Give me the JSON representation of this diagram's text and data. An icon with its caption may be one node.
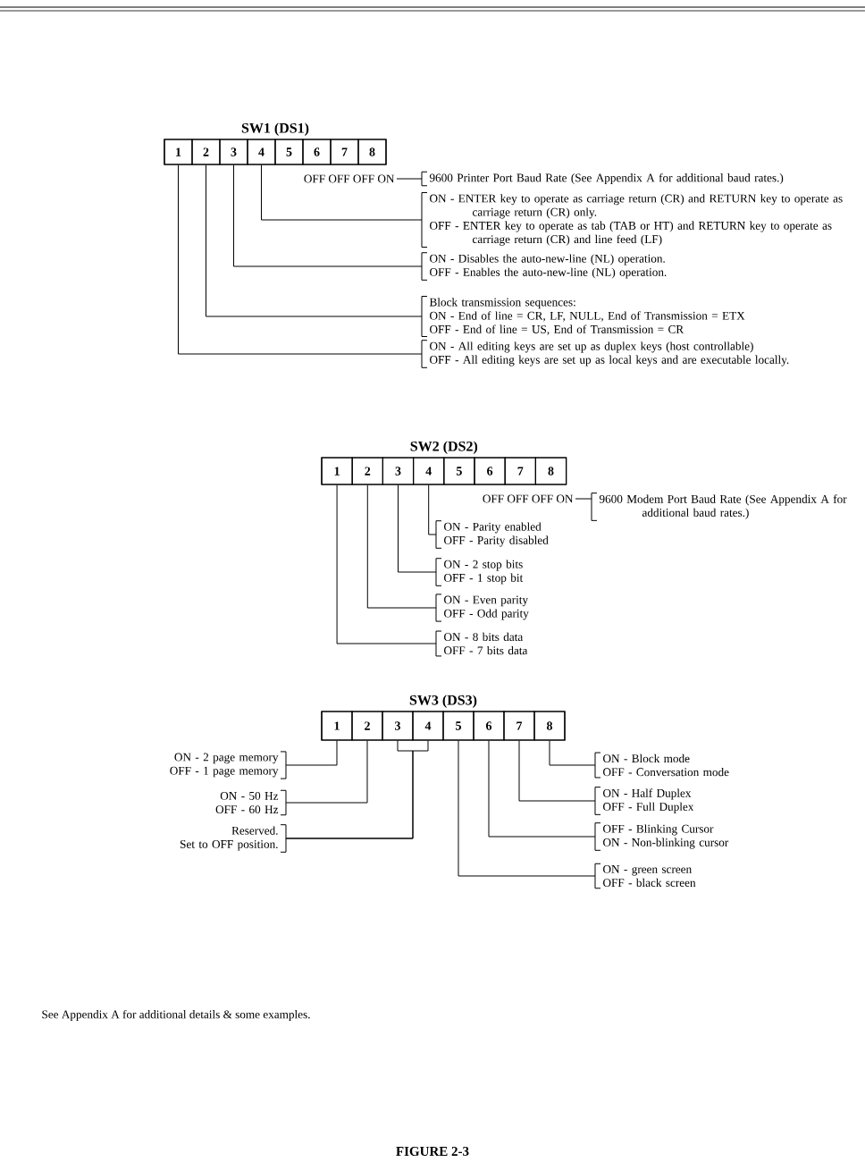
{
  "diagram": {
    "caption": "FIGURE 2-3",
    "nodes": [
      {
        "text": [
          "SW1 (DS1)"
        ]
      },
      {
        "text": [
          "1"
        ],
        "in": 0
      },
      {
        "text": [
          "2"
        ],
        "in": 0
      },
      {
        "text": [
          "3"
        ],
        "in": 0
      },
      {
        "text": [
          "4"
        ],
        "in": 0
      },
      {
        "text": [
          "5"
        ],
        "in": 0
      },
      {
        "text": [
          "6"
        ],
        "in": 0
      },
      {
        "text": [
          "7"
        ],
        "in": 0
      },
      {
        "text": [
          "8"
        ],
        "in": 0
      },
      {
        "text": [
          "OFF OFF OFF ON"
        ]
      },
      {
        "text": [
          "9600 Printer Port Baud Rate (See Appendix A for additional baud rates.)"
        ]
      },
      {
        "text": [
          "ON - ENTER key to operate as carriage return (CR) and RETURN key to operate as carriage return (CR) only.",
          "OFF - ENTER key to operate as tab (TAB or HT) and RETURN key to operate as carriage return (CR) and line feed (LF)"
        ]
      },
      {
        "text": [
          "ON - Disables the auto-new-line (NL) operation.",
          "OFF - Enables the auto-new-line (NL) operation."
        ]
      },
      {
        "text": [
          "Block transmission sequences:",
          "ON - End of line = CR, LF, NULL, End of Transmission = ETX",
          "OFF - End of line = US, End of Transmission = CR"
        ]
      },
      {
        "text": [
          "ON - All editing keys are set up as duplex keys (host controllable)",
          "OFF - All editing keys are set up as local keys and are executable locally."
        ]
      },
      {
        "text": [
          "SW2 (DS2)"
        ]
      },
      {
        "text": [
          "1"
        ],
        "in": 15
      },
      {
        "text": [
          "2"
        ],
        "in": 15
      },
      {
        "text": [
          "3"
        ],
        "in": 15
      },
      {
        "text": [
          "4"
        ],
        "in": 15
      },
      {
        "text": [
          "5"
        ],
        "in": 15
      },
      {
        "text": [
          "6"
        ],
        "in": 15
      },
      {
        "text": [
          "7"
        ],
        "in": 15
      },
      {
        "text": [
          "8"
        ],
        "in": 15
      },
      {
        "text": [
          "OFF OFF OFF ON"
        ]
      },
      {
        "text": [
          "9600 Modem Port Baud Rate (See Appendix A for additional baud rates.)"
        ]
      },
      {
        "text": [
          "ON - Parity enabled",
          "OFF - Parity disabled"
        ]
      },
      {
        "text": [
          "ON - 2 stop bits",
          "OFF - 1 stop bit"
        ]
      },
      {
        "text": [
          "ON - Even parity",
          "OFF - Odd parity"
        ]
      },
      {
        "text": [
          "ON - 8 bits data",
          "OFF - 7 bits data"
        ]
      },
      {
        "text": [
          "SW3 (DS3)"
        ]
      },
      {
        "text": [
          "1"
        ],
        "in": 30
      },
      {
        "text": [
          "2"
        ],
        "in": 30
      },
      {
        "text": [
          "3"
        ],
        "in": 30
      },
      {
        "text": [
          "4"
        ],
        "in": 30
      },
      {
        "text": [
          "5"
        ],
        "in": 30
      },
      {
        "text": [
          "6"
        ],
        "in": 30
      },
      {
        "text": [
          "7"
        ],
        "in": 30
      },
      {
        "text": [
          "8"
        ],
        "in": 30
      },
      {
        "text": [
          "ON - 2 page memory",
          "OFF - 1 page memory"
        ]
      },
      {
        "text": [
          "ON - 50 Hz",
          "OFF - 60 Hz"
        ]
      },
      {
        "text": [
          "Reserved.",
          "Set to OFF position."
        ]
      },
      {
        "text": [
          "ON - Block mode",
          "OFF - Conversation mode"
        ]
      },
      {
        "text": [
          "ON - Half Duplex",
          "OFF - Full Duplex"
        ]
      },
      {
        "text": [
          "OFF - Blinking Cursor",
          "ON - Non-blinking cursor"
        ]
      },
      {
        "text": [
          "ON - green screen",
          "OFF - black screen"
        ]
      }
    ],
    "edges": [
      {
        "from": 9,
        "to": 10,
        "arrow": "none"
      },
      {
        "from": 4,
        "to": 11,
        "arrow": "none"
      },
      {
        "from": 3,
        "to": 12,
        "arrow": "none"
      },
      {
        "from": 2,
        "to": 13,
        "arrow": "none"
      },
      {
        "from": 1,
        "to": 14,
        "arrow": "none"
      },
      {
        "from": 24,
        "to": 25,
        "arrow": "none"
      },
      {
        "from": 19,
        "to": 26,
        "arrow": "none"
      },
      {
        "from": 18,
        "to": 27,
        "arrow": "none"
      },
      {
        "from": 17,
        "to": 28,
        "arrow": "none"
      },
      {
        "from": 16,
        "to": 29,
        "arrow": "none"
      },
      {
        "from": 31,
        "to": 39,
        "arrow": "none"
      },
      {
        "from": 32,
        "to": 40,
        "arrow": "none"
      },
      {
        "from": 33,
        "to": 41,
        "arrow": "none"
      },
      {
        "from": 34,
        "to": 41,
        "arrow": "none"
      },
      {
        "from": 38,
        "to": 42,
        "arrow": "none"
      },
      {
        "from": 37,
        "to": 43,
        "arrow": "none"
      },
      {
        "from": 36,
        "to": 44,
        "arrow": "none"
      },
      {
        "from": 35,
        "to": 45,
        "arrow": "none"
      }
    ],
    "labels": [
      "See Appendix A for additional details & some examples."
    ]
  }
}
